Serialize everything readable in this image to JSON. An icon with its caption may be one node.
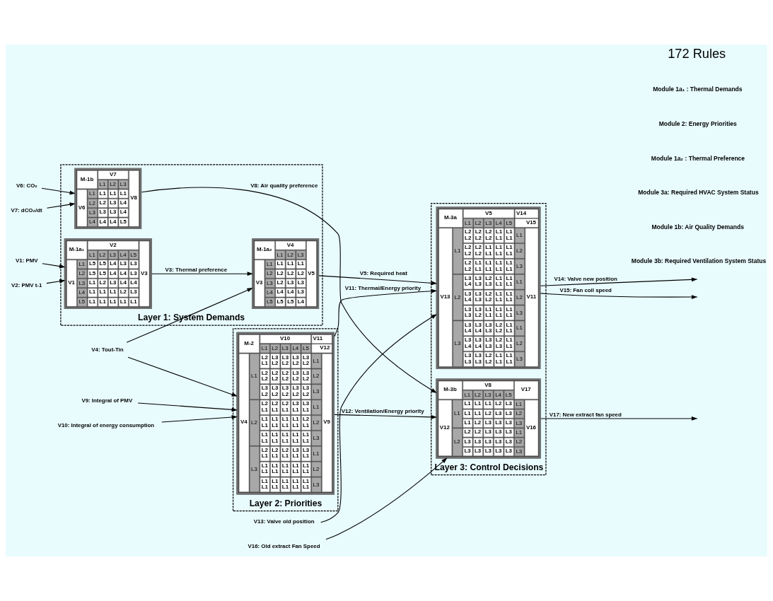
{
  "diagram": {
    "nodes": [
      {
        "text": [
          "Layer 1: System Demands"
        ]
      },
      {
        "text": [
          "Layer 2: Priorities"
        ]
      },
      {
        "text": [
          "Layer 3: Control Decisions"
        ]
      },
      {
        "text": [
          "M-1a₁",
          "V2",
          "V3",
          "V1",
          "L1",
          "L2",
          "L3",
          "L4",
          "L5",
          "L1",
          "L5",
          "L5",
          "L4",
          "L3",
          "L3",
          "L2",
          "L5",
          "L5",
          "L4",
          "L4",
          "L3",
          "L3",
          "L1",
          "L2",
          "L3",
          "L4",
          "L4",
          "L4",
          "L1",
          "L1",
          "L1",
          "L2",
          "L3",
          "L5",
          "L1",
          "L1",
          "L1",
          "L1",
          "L1"
        ],
        "in": 0
      },
      {
        "text": [
          "M-1a₂",
          "V4",
          "V5",
          "V3",
          "L1",
          "L2",
          "L3",
          "L1",
          "L1",
          "L1",
          "L1",
          "L2",
          "L2",
          "L2",
          "L2",
          "L3",
          "L2",
          "L3",
          "L3",
          "L4",
          "L4",
          "L4",
          "L3",
          "L5",
          "L5",
          "L5",
          "L4"
        ],
        "in": 0
      },
      {
        "text": [
          "M-1b",
          "V7",
          "V8",
          "V6",
          "L1",
          "L2",
          "L3",
          "L1",
          "L1",
          "L1",
          "L1",
          "L2",
          "L2",
          "L3",
          "L4",
          "L3",
          "L3",
          "L3",
          "L4",
          "L4",
          "L4",
          "L4",
          "L5"
        ],
        "in": 0
      },
      {
        "text": [
          "M-2",
          "V10",
          "V11",
          "L1",
          "L2",
          "L3",
          "L4",
          "L5",
          "V12",
          "V4",
          "V9",
          "L1",
          "L2",
          "L1",
          "L3",
          "L2",
          "L3",
          "L2",
          "L3",
          "L2",
          "L3",
          "L2",
          "L1",
          "L2",
          "L2",
          "L2",
          "L2",
          "L2",
          "L2",
          "L3",
          "L2",
          "L3",
          "L2",
          "L2",
          "L3",
          "L2",
          "L3",
          "L2",
          "L3",
          "L2",
          "L3",
          "L2",
          "L3",
          "L2",
          "L3",
          "L2",
          "L2",
          "L1",
          "L2",
          "L1",
          "L2",
          "L1",
          "L3",
          "L1",
          "L3",
          "L1",
          "L1",
          "L1",
          "L1",
          "L1",
          "L1",
          "L1",
          "L1",
          "L1",
          "L1",
          "L2",
          "L1",
          "L2",
          "L1",
          "L1",
          "L1",
          "L1",
          "L1",
          "L1",
          "L1",
          "L1",
          "L1",
          "L1",
          "L3",
          "L3",
          "L2",
          "L1",
          "L2",
          "L1",
          "L2",
          "L1",
          "L3",
          "L1",
          "L3",
          "L1",
          "L1",
          "L1",
          "L1",
          "L1",
          "L1",
          "L1",
          "L1",
          "L1",
          "L1",
          "L1",
          "L1",
          "L2",
          "L1",
          "L1",
          "L1",
          "L1",
          "L1",
          "L1",
          "L1",
          "L1",
          "L1",
          "L1",
          "L3"
        ],
        "in": 1
      },
      {
        "text": [
          "M-3a",
          "V5",
          "V14",
          "L1",
          "L2",
          "L3",
          "L4",
          "L5",
          "V15",
          "V13",
          "V11",
          "L1",
          "L2",
          "L2",
          "L2",
          "L2",
          "L2",
          "L2",
          "L1",
          "L1",
          "L1",
          "L1",
          "L1",
          "L2",
          "L2",
          "L2",
          "L2",
          "L1",
          "L1",
          "L1",
          "L1",
          "L1",
          "L1",
          "L2",
          "L2",
          "L2",
          "L1",
          "L1",
          "L1",
          "L1",
          "L1",
          "L1",
          "L1",
          "L1",
          "L3",
          "L2",
          "L3",
          "L4",
          "L3",
          "L3",
          "L2",
          "L3",
          "L1",
          "L1",
          "L1",
          "L1",
          "L1",
          "L3",
          "L4",
          "L3",
          "L3",
          "L2",
          "L2",
          "L1",
          "L1",
          "L1",
          "L1",
          "L2",
          "L3",
          "L3",
          "L3",
          "L2",
          "L1",
          "L1",
          "L1",
          "L1",
          "L1",
          "L1",
          "L3",
          "L3",
          "L3",
          "L4",
          "L3",
          "L4",
          "L3",
          "L3",
          "L2",
          "L2",
          "L1",
          "L1",
          "L1",
          "L3",
          "L4",
          "L3",
          "L4",
          "L3",
          "L3",
          "L2",
          "L3",
          "L1",
          "L1",
          "L2",
          "L3",
          "L3",
          "L3",
          "L3",
          "L2",
          "L2",
          "L1",
          "L1",
          "L1",
          "L1",
          "L3"
        ],
        "in": 2
      },
      {
        "text": [
          "M-3b",
          "V8",
          "V17",
          "L1",
          "L2",
          "L3",
          "L4",
          "L5",
          "V12",
          "V16",
          "L1",
          "L1",
          "L1",
          "L1",
          "L2",
          "L3",
          "L1",
          "L1",
          "L1",
          "L2",
          "L3",
          "L3",
          "L2",
          "L1",
          "L2",
          "L3",
          "L3",
          "L3",
          "L3",
          "L2",
          "L2",
          "L2",
          "L3",
          "L3",
          "L3",
          "L1",
          "L3",
          "L3",
          "L3",
          "L3",
          "L3",
          "L2",
          "L3",
          "L3",
          "L3",
          "L3",
          "L3",
          "L3"
        ],
        "in": 2
      },
      {
        "text": [
          "V1: PMV"
        ]
      },
      {
        "text": [
          "V2: PMV t-1"
        ]
      },
      {
        "text": [
          "V4: Tout-Tin"
        ]
      },
      {
        "text": [
          "V9: Integral of PMV"
        ]
      },
      {
        "text": [
          "V10: Integral of energy consumption"
        ]
      },
      {
        "text": [
          "V6: CO₂"
        ]
      },
      {
        "text": [
          "V7: dCO₂/dt"
        ]
      },
      {
        "text": [
          "V13: Valve old position"
        ]
      },
      {
        "text": [
          "V16: Old extract Fan Speed"
        ]
      }
    ],
    "edges": [
      {
        "from": 9,
        "to": 3,
        "arrow": "to"
      },
      {
        "from": 10,
        "to": 3,
        "arrow": "to"
      },
      {
        "from": 3,
        "to": 4,
        "arrow": "to",
        "label": "V3: Thermal preference"
      },
      {
        "from": 11,
        "to": 4,
        "arrow": "to"
      },
      {
        "from": 11,
        "to": 6,
        "arrow": "to"
      },
      {
        "from": 12,
        "to": 6,
        "arrow": "to"
      },
      {
        "from": 13,
        "to": 6,
        "arrow": "to"
      },
      {
        "from": 14,
        "to": 5,
        "arrow": "to"
      },
      {
        "from": 15,
        "to": 5,
        "arrow": "to"
      },
      {
        "from": 4,
        "to": 7,
        "arrow": "to",
        "label": "V5: Required heat"
      },
      {
        "from": 16,
        "to": 7,
        "arrow": "to"
      },
      {
        "from": 6,
        "to": 7,
        "arrow": "to",
        "label": "V11: Thermal/Energy priority"
      },
      {
        "from": 6,
        "to": 8,
        "arrow": "to",
        "label": "V12: Ventilation/Energy priority"
      },
      {
        "from": 5,
        "to": 8,
        "arrow": "to",
        "label": "V8: Air quality preference"
      },
      {
        "from": 17,
        "to": 8,
        "arrow": "to"
      },
      {
        "from": 7,
        "to": null,
        "arrow": "to",
        "label": "V14: Valve new position"
      },
      {
        "from": 7,
        "to": null,
        "arrow": "to",
        "label": "V15: Fan coil speed"
      },
      {
        "from": 8,
        "to": null,
        "arrow": "to",
        "label": "V17: New extract fan speed"
      }
    ],
    "labels": [
      "172 Rules",
      "Module 1a₁ : Thermal Demands",
      "Module 2: Energy Priorities",
      "Module 1a₂ : Thermal Preference",
      "Module 3a: Required HVAC System Status",
      "Module 1b: Air Quality Demands",
      "Module 3b: Required Ventilation System Status"
    ]
  }
}
